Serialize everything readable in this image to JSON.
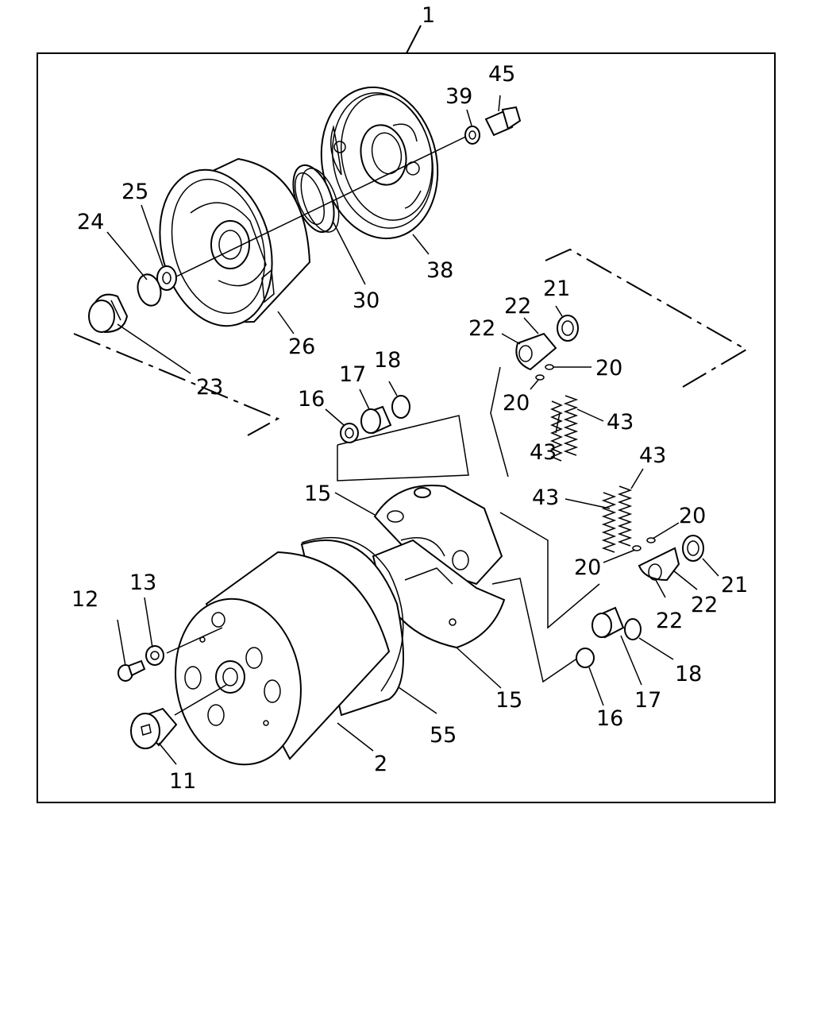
{
  "diagram": {
    "callouts": {
      "c1": "1",
      "c2": "2",
      "c11": "11",
      "c12": "12",
      "c13": "13",
      "c15a": "15",
      "c15b": "15",
      "c16a": "16",
      "c16b": "16",
      "c17a": "17",
      "c17b": "17",
      "c18a": "18",
      "c18b": "18",
      "c20a": "20",
      "c20b": "20",
      "c20c": "20",
      "c20d": "20",
      "c21a": "21",
      "c21b": "21",
      "c22a": "22",
      "c22b": "22",
      "c22c": "22",
      "c22d": "22",
      "c23": "23",
      "c24": "24",
      "c25": "25",
      "c26": "26",
      "c30": "30",
      "c38": "38",
      "c39": "39",
      "c43a": "43",
      "c43b": "43",
      "c43c": "43",
      "c43d": "43",
      "c45": "45",
      "c55": "55"
    }
  }
}
